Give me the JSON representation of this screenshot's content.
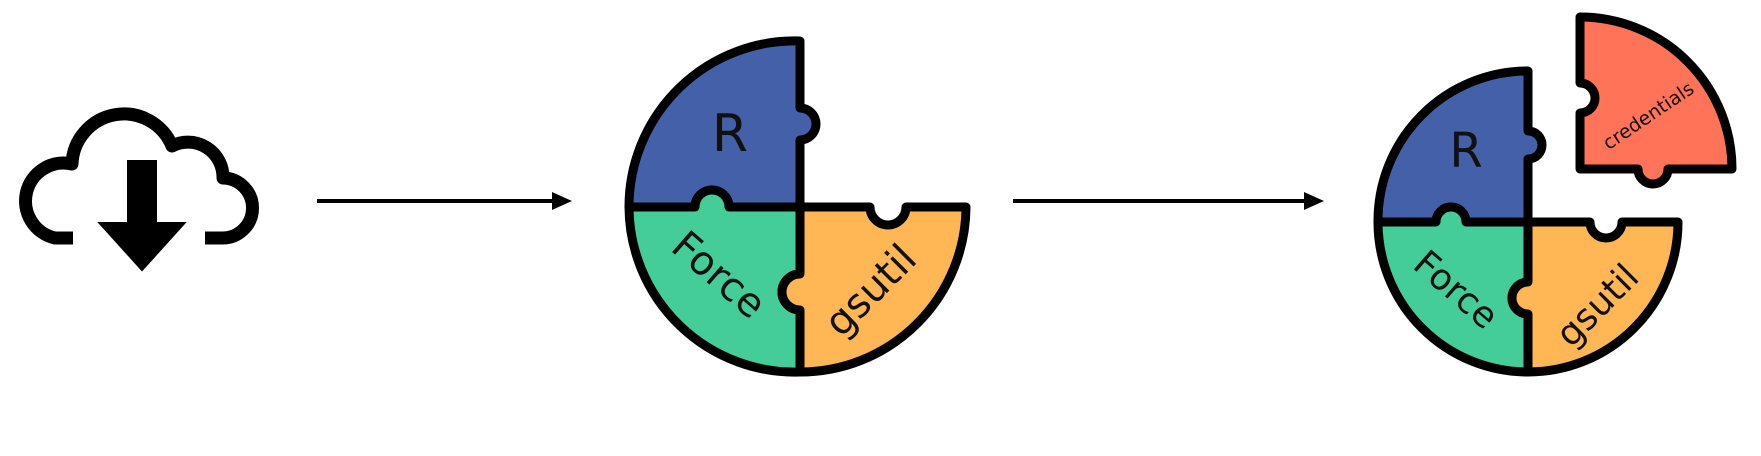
{
  "colors": {
    "r_piece": "#4460A8",
    "force_piece": "#44CC99",
    "gsutil_piece": "#FFB655",
    "credentials_piece": "#FF7358",
    "outline": "#000000",
    "background": "#FFFFFF"
  },
  "icons": [
    "cloud-download-icon",
    "arrow-right-icon",
    "puzzle-circle-icon"
  ],
  "stage2": {
    "r": "R",
    "force": "Force",
    "gsutil": "gsutil"
  },
  "stage3": {
    "r": "R",
    "force": "Force",
    "gsutil": "gsutil",
    "credentials": "credentials"
  }
}
